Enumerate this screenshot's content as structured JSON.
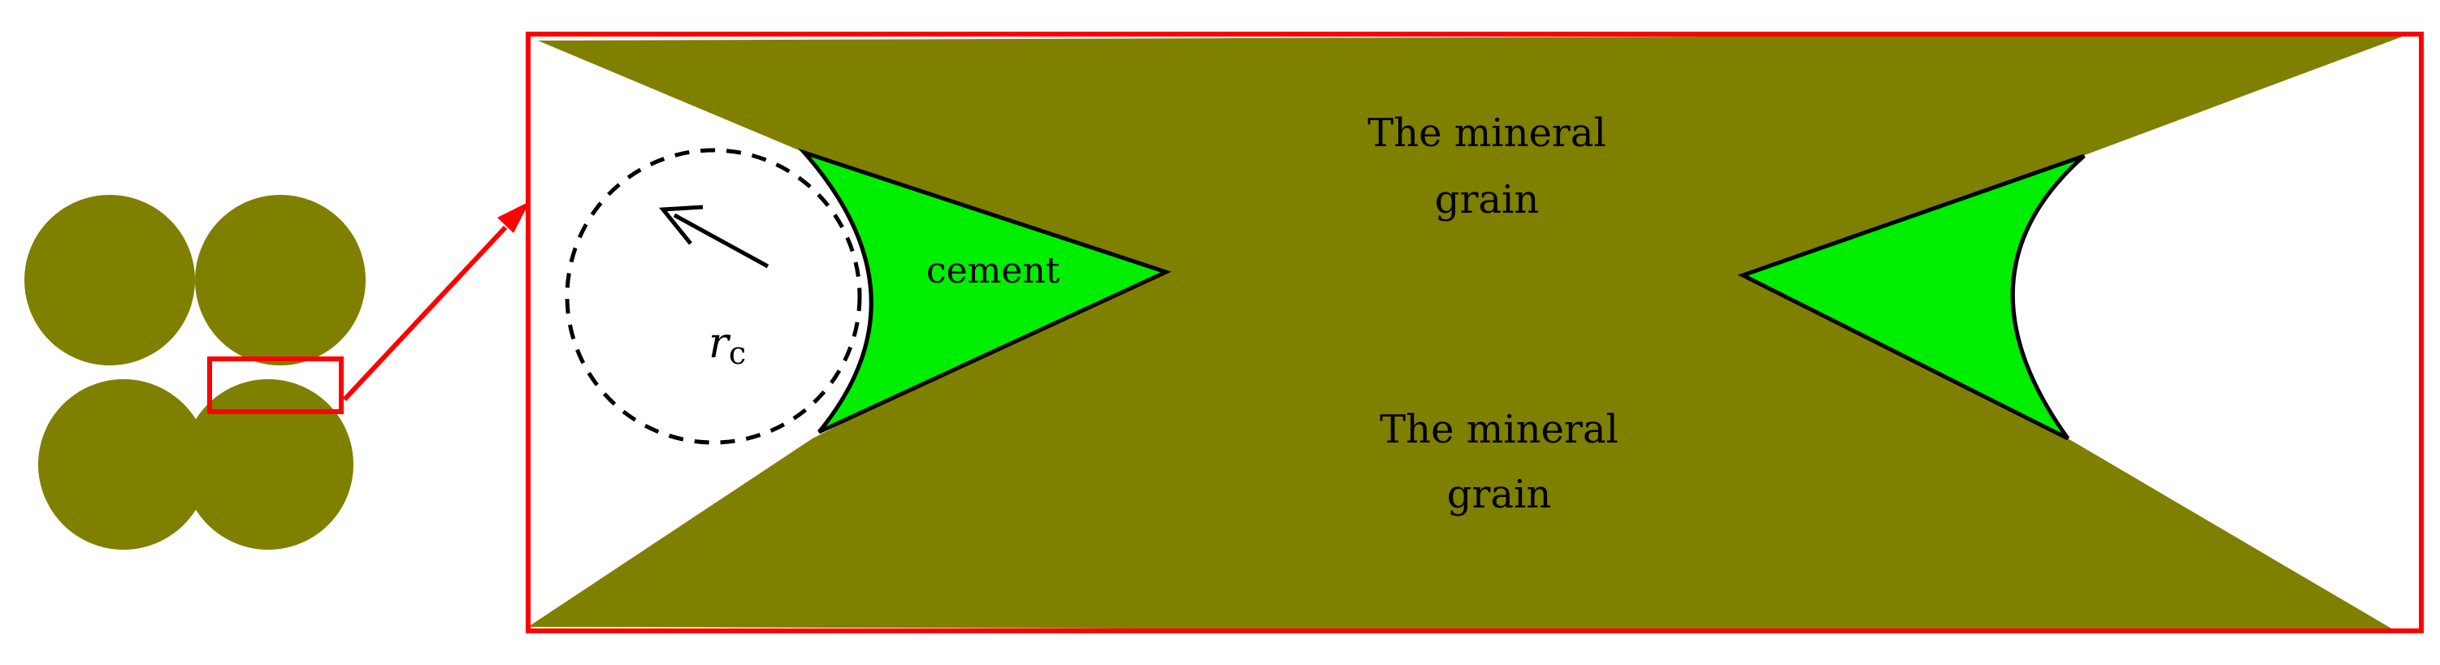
{
  "labels": {
    "grain_top_line1": "The mineral",
    "grain_top_line2": "grain",
    "grain_bottom_line1": "The mineral",
    "grain_bottom_line2": "grain",
    "cement": "cement",
    "radius_symbol": "r",
    "radius_subscript": "c"
  },
  "colors": {
    "grain": "#7f7f00",
    "cement": "#00ee00",
    "highlight": "#ff0000",
    "outline": "#000000",
    "background": "#ffffff"
  }
}
